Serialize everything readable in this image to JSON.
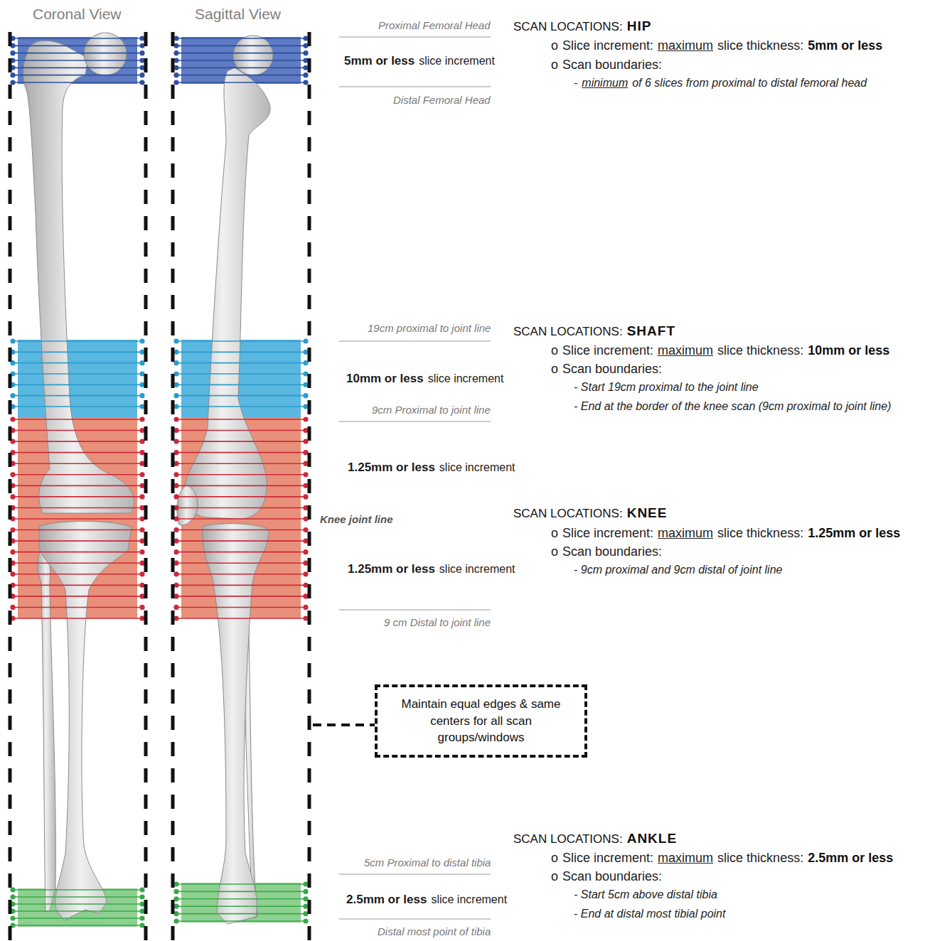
{
  "diagram": {
    "nodes": [
      {
        "text": [
          "Maintain equal edges & same centers for all scan groups/windows"
        ]
      }
    ],
    "labels": [
      "Coronal View",
      "Sagittal View",
      "Proximal Femoral Head",
      "5mm or less",
      "slice increment",
      "Distal Femoral Head",
      "SCAN LOCATIONS:",
      "HIP",
      "o",
      "Slice increment:",
      "maximum",
      "slice thickness:",
      "5mm or less",
      "o",
      "Scan boundaries:",
      "-",
      "minimum",
      "of 6 slices from proximal to distal femoral head",
      "19cm proximal to joint line",
      "10mm or less",
      "slice increment",
      "9cm Proximal to joint line",
      "SCAN LOCATIONS:",
      "SHAFT",
      "o",
      "Slice increment:",
      "maximum",
      "slice thickness:",
      "10mm or less",
      "o",
      "Scan boundaries:",
      "- Start 19cm proximal to the joint line",
      "- End at the border of the knee scan (9cm proximal to joint line)",
      "1.25mm or less",
      "slice increment",
      "Knee joint line",
      "SCAN LOCATIONS:",
      "KNEE",
      "o",
      "Slice increment:",
      "maximum",
      "slice thickness:",
      "1.25mm or less",
      "o",
      "Scan boundaries:",
      "- 9cm proximal and 9cm distal of joint line",
      "1.25mm or less",
      "slice increment",
      "9 cm Distal to joint line",
      "5cm Proximal to distal tibia",
      "2.5mm or less",
      "slice increment",
      "Distal most point of tibia",
      "SCAN LOCATIONS:",
      "ANKLE",
      "o",
      "Slice increment:",
      "maximum",
      "slice thickness:",
      "2.5mm or less",
      "o",
      "Scan boundaries:",
      "- Start 5cm above distal tibia",
      "- End at distal most tibial point"
    ]
  }
}
